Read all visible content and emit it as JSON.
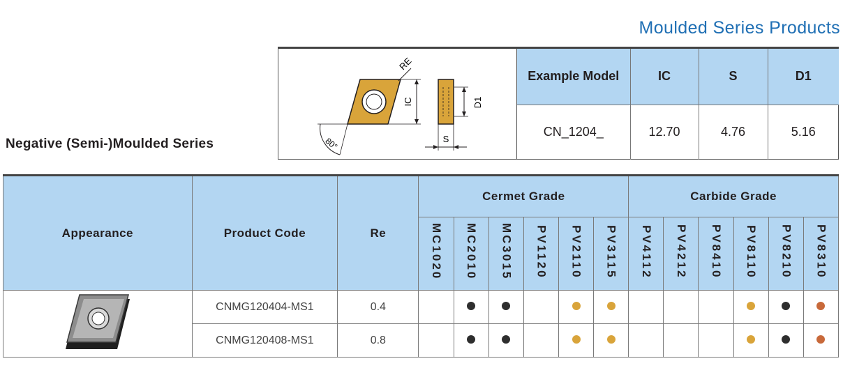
{
  "series_title": "Moulded Series Products",
  "section_title": "Negative (Semi-)Moulded Series",
  "diagram": {
    "labels": {
      "re": "RE",
      "ic": "IC",
      "d1": "D1",
      "s": "S",
      "angle": "80°"
    }
  },
  "spec": {
    "headers": [
      "Example Model",
      "IC",
      "S",
      "D1"
    ],
    "values": [
      "CN_1204_",
      "12.70",
      "4.76",
      "5.16"
    ]
  },
  "main": {
    "headers": {
      "appearance": "Appearance",
      "product_code": "Product Code",
      "re": "Re"
    },
    "groups": [
      "Cermet Grade",
      "Carbide Grade"
    ],
    "grades": [
      "MC1020",
      "MC2010",
      "MC3015",
      "PV1120",
      "PV2110",
      "PV3115",
      "PV4112",
      "PV4212",
      "PV8410",
      "PV8110",
      "PV8210",
      "PV8310"
    ],
    "rows": [
      {
        "code": "CNMG120404-MS1",
        "re": "0.4",
        "dots": [
          "",
          "dark",
          "dark",
          "",
          "gold",
          "gold",
          "",
          "",
          "",
          "gold",
          "dark",
          "copper"
        ]
      },
      {
        "code": "CNMG120408-MS1",
        "re": "0.8",
        "dots": [
          "",
          "dark",
          "dark",
          "",
          "gold",
          "gold",
          "",
          "",
          "",
          "gold",
          "dark",
          "copper"
        ]
      }
    ]
  },
  "colors": {
    "header_bg": "#b3d6f2",
    "title_blue": "#1f6fb4",
    "dot_dark": "#2e2e2e",
    "dot_gold": "#d9a43a",
    "dot_copper": "#c8693a",
    "insert_gold": "#d9a43a"
  }
}
